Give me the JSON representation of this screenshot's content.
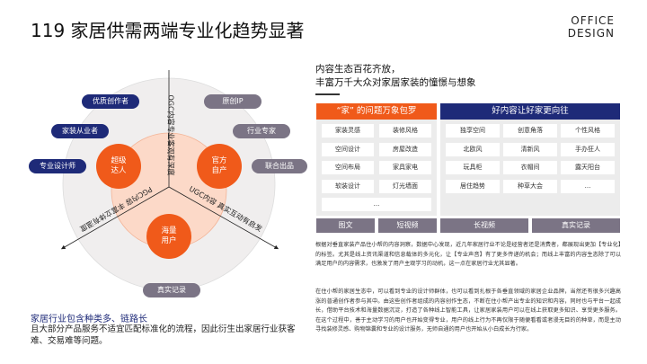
{
  "header": {
    "title": "119  家居供需两端专业化趋势显著",
    "brand_line1": "OFFICE",
    "brand_line2": "DESIGN"
  },
  "diagram": {
    "left_pills": [
      "优质创作者",
      "家装从业者",
      "专业设计师"
    ],
    "right_pills": [
      "原创IP",
      "行业专家",
      "联合出品"
    ],
    "bottom_pill": "真实记录",
    "orbs": [
      {
        "line1": "超级",
        "line2": "达人"
      },
      {
        "line1": "官方",
        "line2": "自产"
      },
      {
        "line1": "海量",
        "line2": "用户"
      }
    ],
    "axis_top": "OGC内容专业客观有深度",
    "axis_left": "PGC内容 丰富立体有温度",
    "axis_right": "UGC内容 真实互动有启发",
    "colors": {
      "navy": "#1e2a78",
      "grey": "#7b7485",
      "orange": "#f05a1a",
      "peach": "#fcd9c8"
    }
  },
  "right": {
    "heading_line1": "内容生态百花齐放，",
    "heading_line2": "丰富万千大众对家居家装的憧憬与想象",
    "left_box": {
      "header": "“家” 的问题万象包罗",
      "items": [
        "家装灵感",
        "装修风格",
        "空间设计",
        "房屋改造",
        "空间布局",
        "家具家电",
        "软装设计",
        "灯光墙面",
        "..."
      ]
    },
    "right_box": {
      "header": "好内容让好家更向往",
      "items": [
        "独享空间",
        "创意角落",
        "个性风格",
        "北欧风",
        "清新风",
        "手办狂人",
        "玩具柜",
        "衣帽间",
        "露天阳台",
        "居住趋势",
        "种草大会",
        "..."
      ]
    },
    "tabs": [
      "图文",
      "短视频",
      "长视频",
      "真实记录"
    ],
    "paragraph1": "根据对垂直家装产品住小帮的内容洞察，数据中心发现，近几年家居行业不论是经营者还是消费者，都展现出更加【专业化】的标签。尤其是线上资讯渠道和信息载体的多元化，让【专业声音】有了更多传递的机会；而线上丰富的内容生态除了可以满足用户的内容需求，也激发了用户主观学习的动机，这一点在家居行业尤其显著。",
    "paragraph2": "在住小帮的家居生态中，可以看到专业的设计师群体，也可以看到扎根于各垂直领域的家居企业品牌，当然还有很多兴趣高涨的普通创作者参与其中。由这些创作者组成的内容创作生态，不断在住小帮产出专业的知识和内容，同时也与平台一起成长，借助平台技术和海量数据沉淀，打造了各种线上智能工具，让家居家装用户可以在线上获取更多知识、享受更多服务。在这个过程中，善于主动学习的用户也开始变得专业，用户的线上行为不再仅限于随便看看或者漫无目的的种草，而是主动寻找装修灵感、购物锦囊和专业的设计服务，无师自通的用户也开始从小白成长为行家。"
  },
  "bottom_left": {
    "line1": "家居行业包含种类多、链路长",
    "line2": "且大部分产品服务不适宜匹配标准化的流程，因此衍生出家居行业获客难、交易难等问题。"
  }
}
